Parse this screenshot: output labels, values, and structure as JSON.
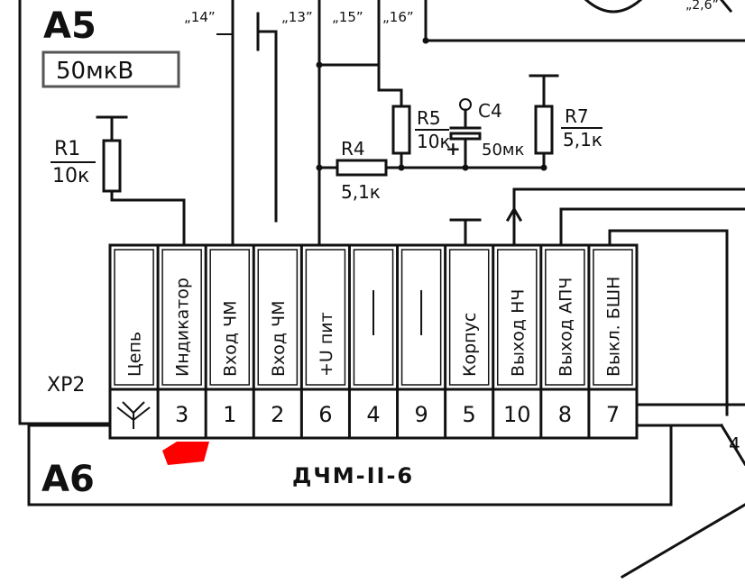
{
  "block_a5": {
    "label": "A5",
    "level": "50мкВ"
  },
  "block_a6": {
    "label": "A6",
    "module": "ДЧМ-II-6"
  },
  "connector": {
    "label": "ХР2",
    "pins": [
      {
        "function": "Цепь",
        "number": ""
      },
      {
        "function": "Индикатор",
        "number": "3"
      },
      {
        "function": "Вход ЧМ",
        "number": "1"
      },
      {
        "function": "Вход ЧМ",
        "number": "2"
      },
      {
        "function": "+U пит",
        "number": "6"
      },
      {
        "function": "",
        "number": "4"
      },
      {
        "function": "",
        "number": "9"
      },
      {
        "function": "Корпус",
        "number": "5"
      },
      {
        "function": "Выход НЧ",
        "number": "10"
      },
      {
        "function": "Выход АПЧ",
        "number": "8"
      },
      {
        "function": "Выкл. БШН",
        "number": "7"
      }
    ]
  },
  "components": {
    "R1": {
      "name": "R1",
      "value": "10к"
    },
    "R4": {
      "name": "R4",
      "value": "5,1к"
    },
    "R5": {
      "name": "R5",
      "value": "10к"
    },
    "R7": {
      "name": "R7",
      "value": "5,1к"
    },
    "C4": {
      "name": "C4",
      "value": "50мк",
      "polarity": "+"
    }
  },
  "test_points": [
    "„14”",
    "„13”",
    "„15”",
    "„16”"
  ],
  "edge_labels": {
    "top_right": "„2,6”",
    "right_pin": "4"
  },
  "colors": {
    "ink": "#111111",
    "marker": "#ff0000"
  }
}
